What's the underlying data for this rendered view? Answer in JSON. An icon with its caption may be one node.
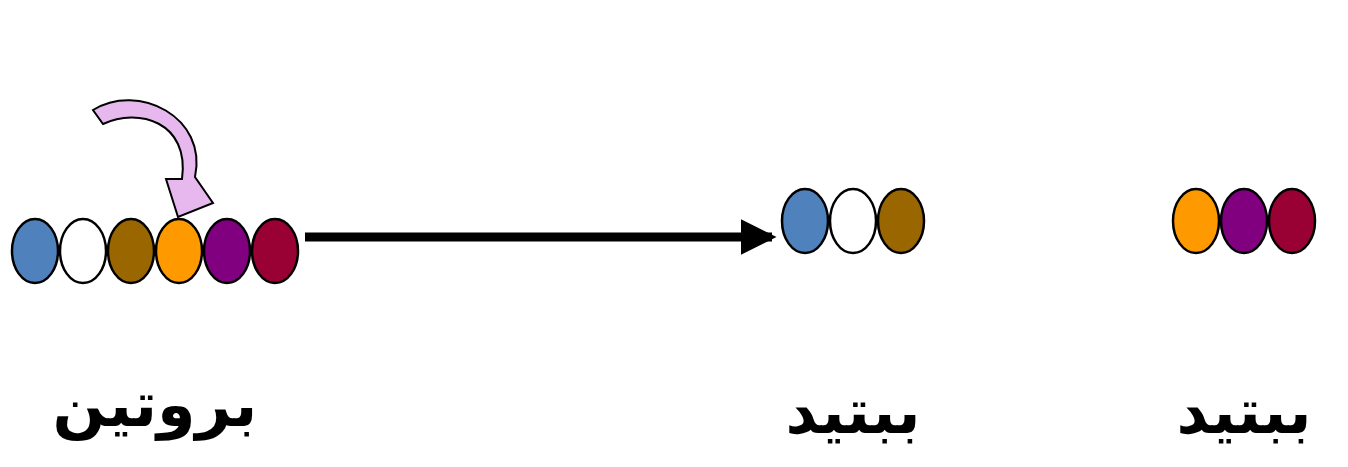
{
  "diagram": {
    "nodes": [
      {
        "text": [
          "بروتين"
        ]
      },
      {
        "text": [
          "ببتيد"
        ]
      },
      {
        "text": [
          "ببتيد"
        ]
      }
    ],
    "edges": [
      {
        "from": 0,
        "to": 1,
        "arrow": "to"
      },
      {
        "from": null,
        "to": 0,
        "arrow": "to",
        "color": "#e6b8ee"
      }
    ]
  }
}
